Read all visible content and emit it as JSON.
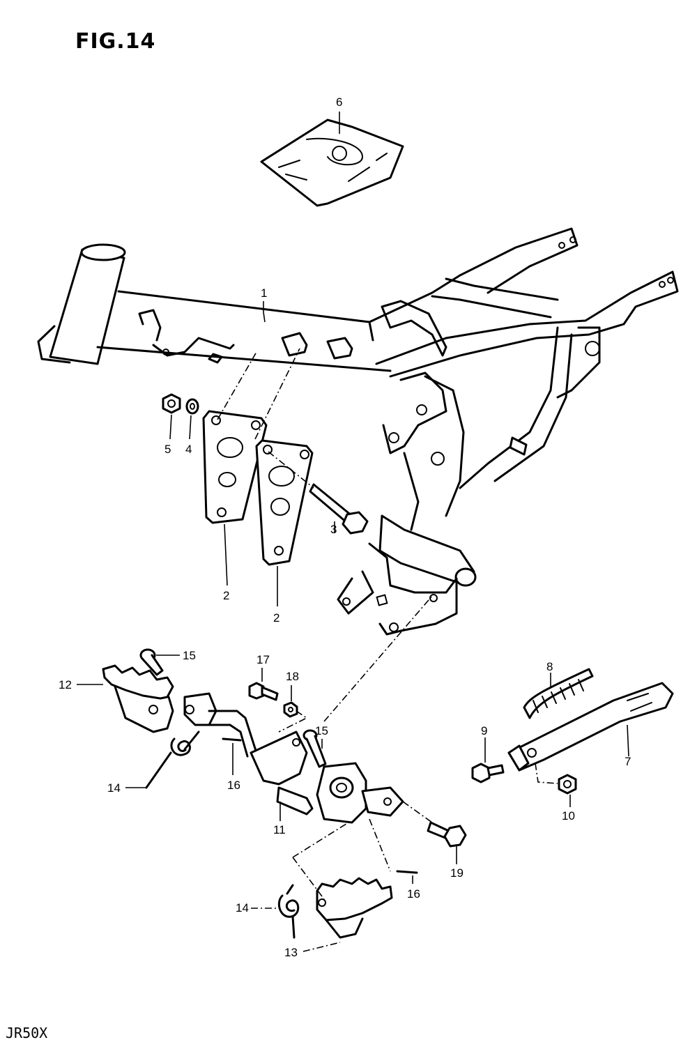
{
  "figure": {
    "title": "FIG.14",
    "model": "JR50X"
  },
  "callouts": {
    "c1": "1",
    "c2a": "2",
    "c2b": "2",
    "c3": "3",
    "c4": "4",
    "c5": "5",
    "c6": "6",
    "c7": "7",
    "c8": "8",
    "c9": "9",
    "c10": "10",
    "c11": "11",
    "c12": "12",
    "c13": "13",
    "c14a": "14",
    "c14b": "14",
    "c15a": "15",
    "c15b": "15",
    "c16a": "16",
    "c16b": "16",
    "c17": "17",
    "c18": "18",
    "c19": "19"
  }
}
